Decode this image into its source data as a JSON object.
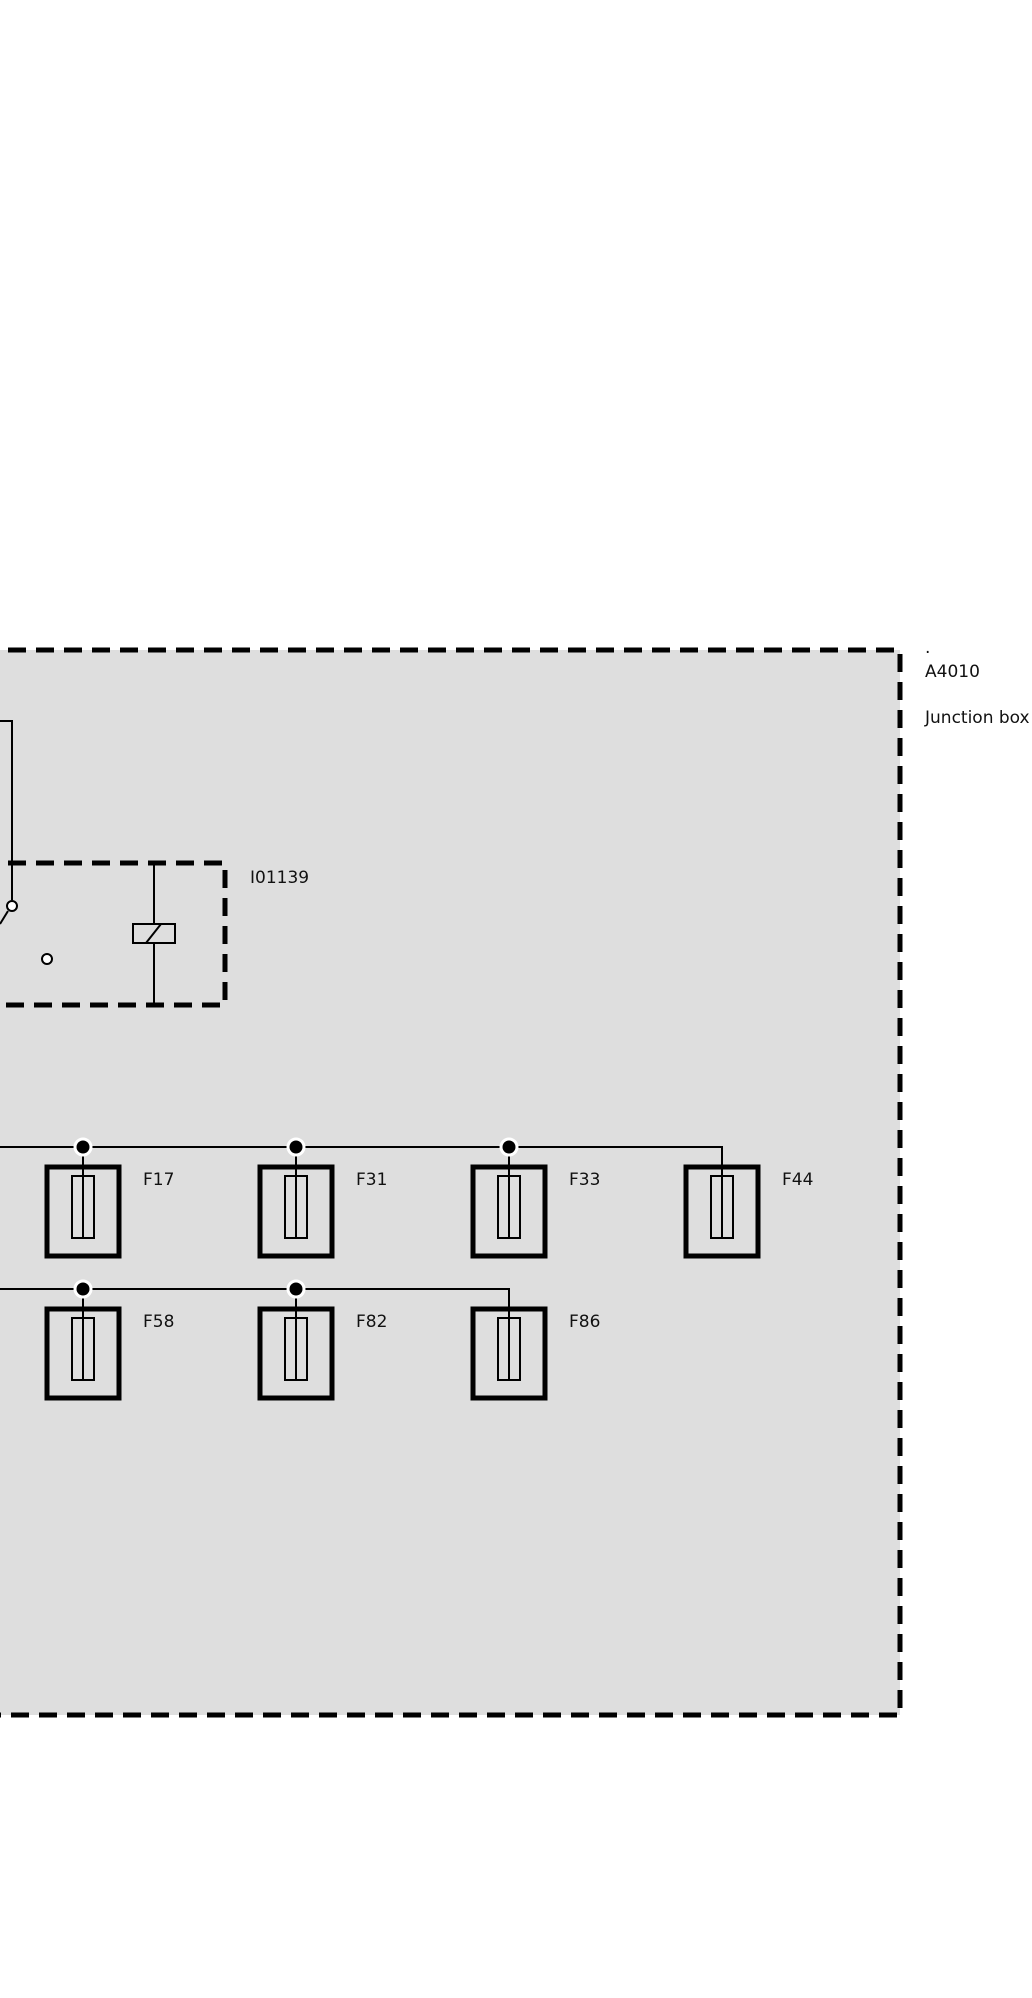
{
  "colors": {
    "background": "#ffffff",
    "junction_box_fill": "#dedede",
    "stroke": "#000000"
  },
  "junction_box": {
    "dot_label": ".",
    "id_label": "A4010",
    "name_label": "Junction box"
  },
  "relay": {
    "id_label": "I01139"
  },
  "fuses_row1": [
    {
      "label": "F17"
    },
    {
      "label": "F31"
    },
    {
      "label": "F33"
    },
    {
      "label": "F44"
    }
  ],
  "fuses_row2": [
    {
      "label": "F58"
    },
    {
      "label": "F82"
    },
    {
      "label": "F86"
    }
  ]
}
